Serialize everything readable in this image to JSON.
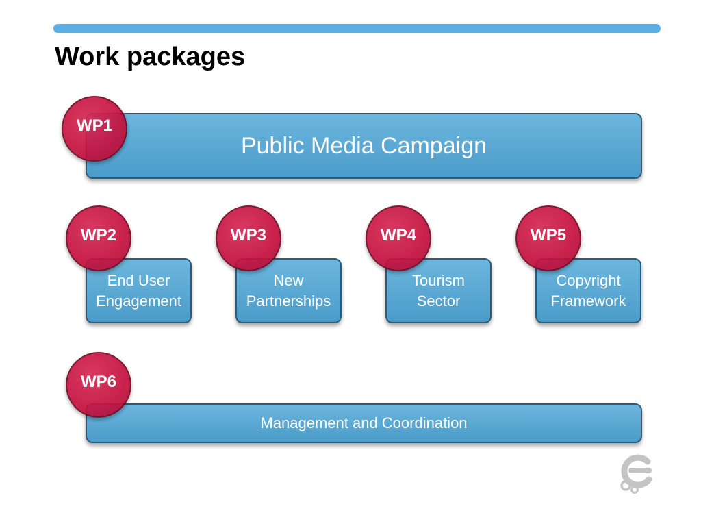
{
  "page": {
    "title": "Work packages"
  },
  "work_packages": [
    {
      "id": "WP1",
      "label": "Public Media Campaign"
    },
    {
      "id": "WP2",
      "label": "End User\nEngagement"
    },
    {
      "id": "WP3",
      "label": "New\nPartnerships"
    },
    {
      "id": "WP4",
      "label": "Tourism\nSector"
    },
    {
      "id": "WP5",
      "label": "Copyright\nFramework"
    },
    {
      "id": "WP6",
      "label": "Management and Coordination"
    }
  ],
  "colors": {
    "accent_bar": "#5aaee3",
    "box_fill": "#5aa8d4",
    "badge_fill": "#c4123f",
    "logo_gray": "#c4c4c4"
  },
  "icons": {
    "logo": "europeana-style-logo-icon"
  }
}
